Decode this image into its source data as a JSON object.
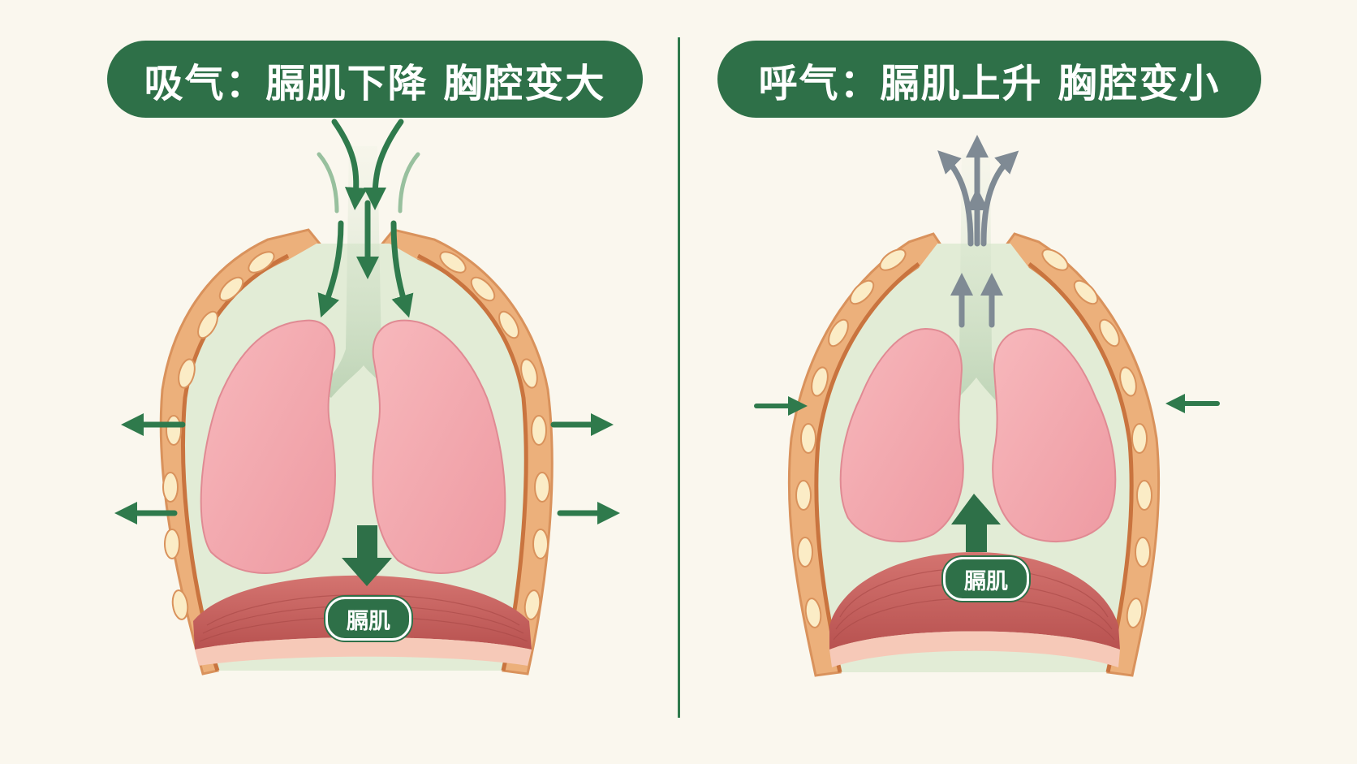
{
  "inhale": {
    "title": "吸气：膈肌下降 胸腔变大",
    "diaphragm_label": "膈肌"
  },
  "exhale": {
    "title": "呼气：膈肌上升 胸腔变小",
    "diaphragm_label": "膈肌"
  },
  "colors": {
    "accent_green": "#2e7048",
    "arrow_green": "#2f7a4c",
    "arrow_gray": "#7f8a94",
    "lung_pink": "#f2a4aa",
    "diaphragm_red": "#c9605e",
    "rib_orange": "#e9b27e",
    "background": "#faf7ee"
  }
}
